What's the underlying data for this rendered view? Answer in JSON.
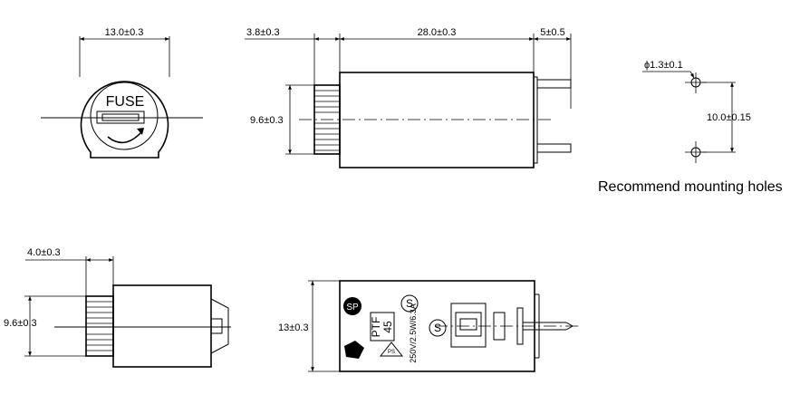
{
  "front_view": {
    "width_dim": "13.0±0.3",
    "cap_label": "FUSE"
  },
  "side_view": {
    "cap_dim": "3.8±0.3",
    "body_dim": "28.0±0.3",
    "pin_dim": "5±0.5",
    "height_dim": "9.6±0.3"
  },
  "mounting": {
    "hole_dim": "ϕ1.3±0.1",
    "spacing_dim": "10.0±0.15",
    "caption": "Recommend mounting holes"
  },
  "small_side_view": {
    "cap_dim": "4.0±0.3",
    "height_dim": "9.6±0.3"
  },
  "top_view": {
    "height_dim": "13±0.3",
    "model_line1": "PTF",
    "model_line2": "45",
    "rating": "250V/2.5W/6.3A"
  }
}
